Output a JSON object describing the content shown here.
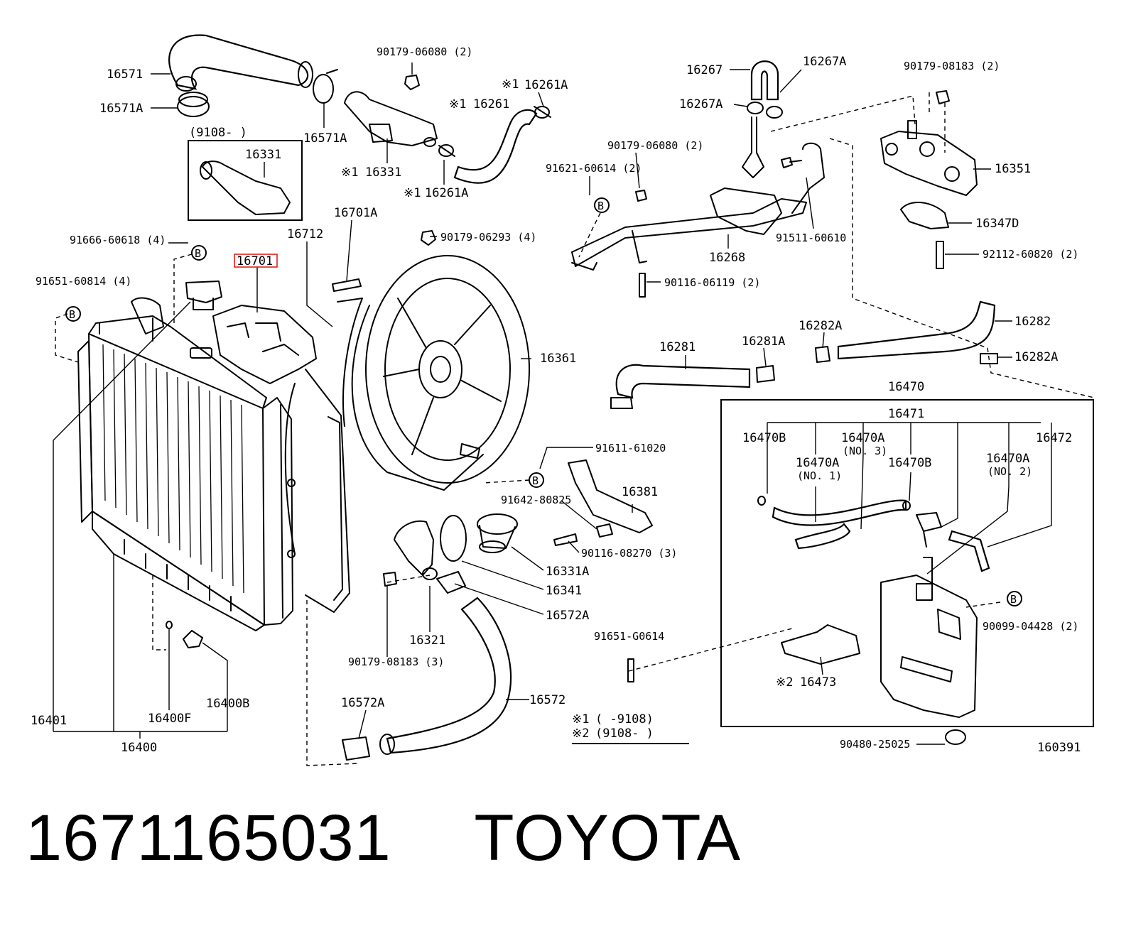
{
  "caption": {
    "part_number": "1671165031",
    "brand": "TOYOTA"
  },
  "diagram_id": "160391",
  "highlight_label": "16701",
  "labels": {
    "l16571": "16571",
    "l16571A_a": "16571A",
    "l16571A_b": "16571A",
    "l90179_06080_a": "90179-06080 (2)",
    "l16261A_a": "16261A",
    "l16261": "16261",
    "l16331_star": "16331",
    "l16261A_b": "16261A",
    "l9108_box": "(9108-      )",
    "l16331_box": "16331",
    "l16701A": "16701A",
    "l16712": "16712",
    "l90179_06293": "90179-06293 (4)",
    "l91666": "91666-60618 (4)",
    "l91651_60814": "91651-60814 (4)",
    "l16361": "16361",
    "l16267": "16267",
    "l16267A_a": "16267A",
    "l16267A_b": "16267A",
    "l90179_08183_a": "90179-08183 (2)",
    "l16351": "16351",
    "l16347D": "16347D",
    "l92112": "92112-60820 (2)",
    "l90179_06080_b": "90179-06080 (2)",
    "l91621": "91621-60614 (2)",
    "l91511": "91511-60610",
    "l16268": "16268",
    "l90116_06119": "90116-06119 (2)",
    "l16281": "16281",
    "l16281A": "16281A",
    "l16282A_a": "16282A",
    "l16282": "16282",
    "l16282A_b": "16282A",
    "l16470": "16470",
    "l16471": "16471",
    "l16470B_a": "16470B",
    "l16470A_3": "16470A",
    "l16470A_3b": "(NO. 3)",
    "l16472": "16472",
    "l16470A_1": "16470A",
    "l16470A_1b": "(NO. 1)",
    "l16470B_b": "16470B",
    "l16470A_2": "16470A",
    "l16470A_2b": "(NO. 2)",
    "l90099": "90099-04428 (2)",
    "l16473": "16473",
    "l90480": "90480-25025",
    "l91611": "91611-61020",
    "l16381": "16381",
    "l91642": "91642-80825",
    "l90116_08270": "90116-08270 (3)",
    "l16331A": "16331A",
    "l16341": "16341",
    "l16572A_a": "16572A",
    "l16321": "16321",
    "l90179_08183_b": "90179-08183 (3)",
    "l91651_G0614": "91651-G0614",
    "l16572": "16572",
    "l16572A_b": "16572A",
    "l16401": "16401",
    "l16400F": "16400F",
    "l16400B": "16400B",
    "l16400": "16400",
    "note1": "(      -9108)",
    "note2": "(9108-      )",
    "b_marker": "B"
  }
}
